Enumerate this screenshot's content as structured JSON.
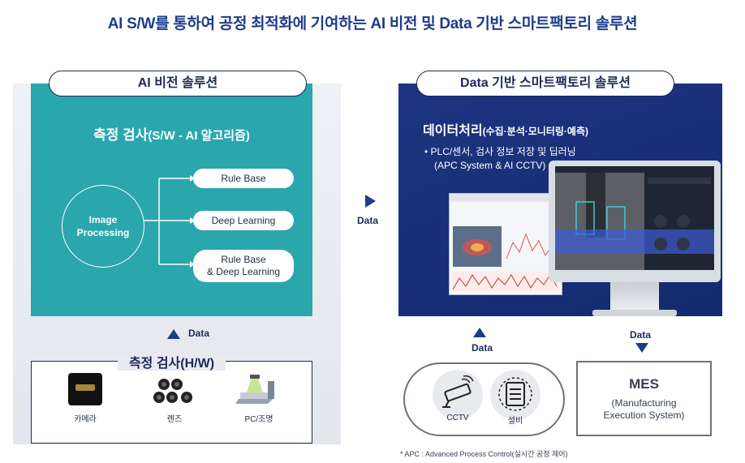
{
  "title": "AI S/W를 통하여 공정 최적화에 기여하는 AI 비전 및 Data 기반 스마트팩토리 솔루션",
  "left": {
    "header": "AI 비전 솔루션",
    "subtitle_main": "측정 검사",
    "subtitle_detail": "(S/W - AI 알고리즘)",
    "center_node_line1": "Image",
    "center_node_line2": "Processing",
    "branches": [
      {
        "line1": "Rule Base",
        "line2": ""
      },
      {
        "line1": "Deep Learning",
        "line2": ""
      },
      {
        "line1": "Rule Base",
        "line2": "& Deep Learning"
      }
    ],
    "data_label": "Data",
    "hw_title": "측정 검사(H/W)",
    "hw_items": [
      "카메라",
      "렌즈",
      "PC/조명"
    ]
  },
  "middle": {
    "data_label": "Data"
  },
  "right": {
    "header": "Data 기반 스마트팩토리 솔루션",
    "subtitle_main": "데이터처리",
    "subtitle_detail": "(수집·분석·모니터링·예측)",
    "bullet_line1": "•  PLC/센서, 검사 정보 저장 및 딥러닝",
    "bullet_line2": "(APC System & AI CCTV)",
    "data_up_label": "Data",
    "data_down_label": "Data",
    "equipment": [
      "CCTV",
      "설비"
    ],
    "mes_title": "MES",
    "mes_desc_line1": "(Manufacturing",
    "mes_desc_line2": "Execution System)"
  },
  "footnote": "* APC : Advanced Process Control(실시간 공정 제어)",
  "colors": {
    "teal": "#2aa6ad",
    "navy": "#1d3480",
    "title_blue": "#1d3c8a"
  }
}
